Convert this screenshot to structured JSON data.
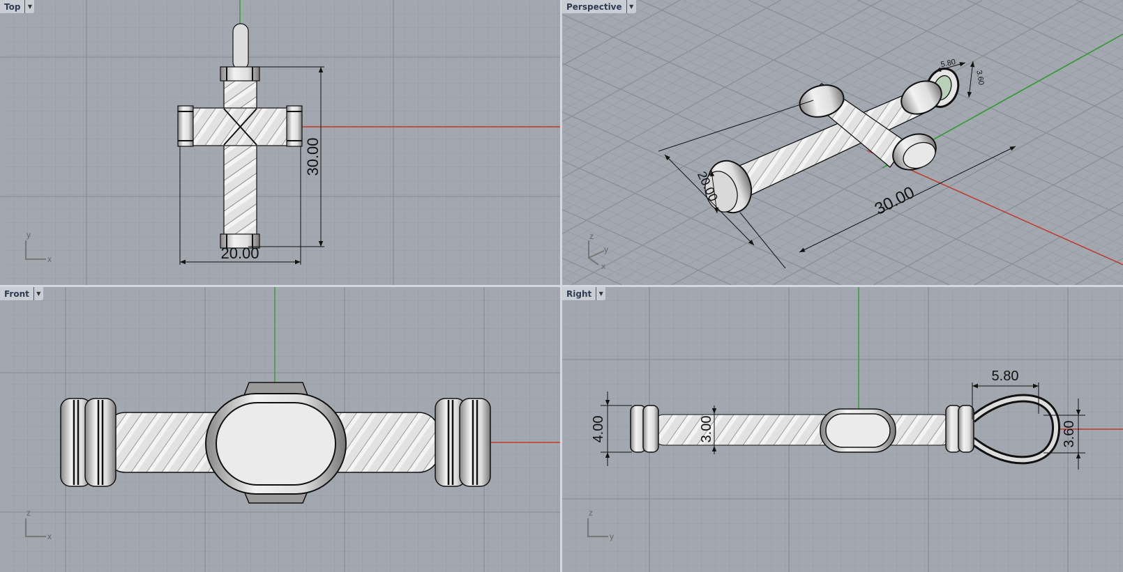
{
  "viewports": {
    "top": {
      "label": "Top",
      "dims": {
        "height": "30.00",
        "width": "20.00"
      },
      "axis": {
        "v": "y",
        "h": "x"
      }
    },
    "perspective": {
      "label": "Perspective",
      "dims": {
        "length": "30.00",
        "width": "20.00",
        "bail_width": "5.80",
        "bail_height": "3.60"
      },
      "axis": {
        "z": "z",
        "y": "y",
        "x": "x"
      }
    },
    "front": {
      "label": "Front",
      "axis": {
        "v": "z",
        "h": "x"
      }
    },
    "right": {
      "label": "Right",
      "dims": {
        "cap": "4.00",
        "rope": "3.00",
        "bail_width": "5.80",
        "bail_height": "3.60"
      },
      "axis": {
        "v": "z",
        "h": "y"
      }
    }
  },
  "colors": {
    "background": "#a3a8b0",
    "x_axis": "#c0392b",
    "y_axis": "#3a9a3a",
    "label_tab": "#c9ced5"
  },
  "icons": {
    "dropdown": "triangle-down"
  }
}
